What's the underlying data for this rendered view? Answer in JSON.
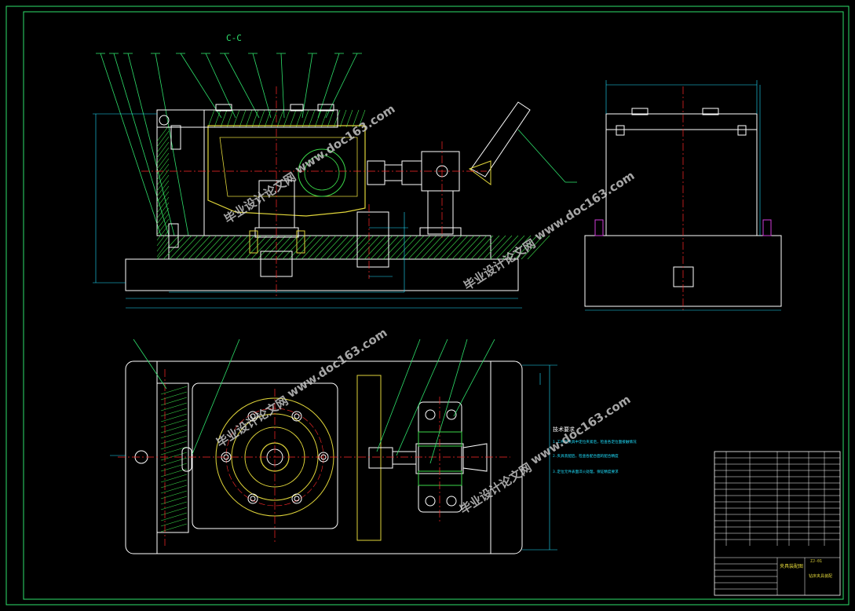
{
  "drawing": {
    "section_label": "C-C",
    "notes_title": "技术要求",
    "notes": [
      "1.工件在夹具中定位夹紧后，检查各定位面接触情况",
      "2.夹具装配后，检查各配合面的配合精度",
      "3.定位元件表面淬火处理，保证精度要求"
    ],
    "title_block": {
      "drawing_name": "夹具装配图",
      "school": "钻床夹具装配",
      "drawing_no": "ZJ-01"
    }
  },
  "watermark": {
    "text_cn": "毕业设计论文网",
    "text_url": "www.doc163.com"
  },
  "colors": {
    "background": "#000000",
    "border": "#2ee06b",
    "outline": "#ffffff",
    "hatch": "#3bd94a",
    "center": "#ff2a2a",
    "dim": "#1fe0ff",
    "part_yellow": "#e0d53a",
    "watermark": "#cfcfcf"
  },
  "icons": {
    "leader-balloon": "part-number-balloon-icon"
  }
}
